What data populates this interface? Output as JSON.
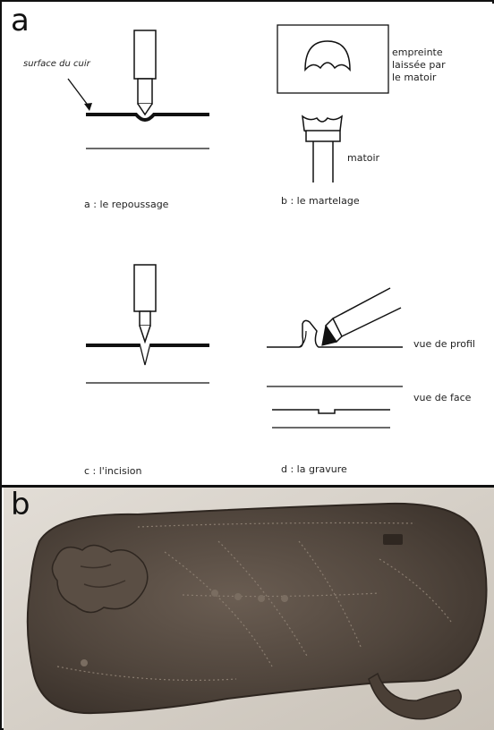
{
  "panel_a": {
    "letter": "a",
    "surface_label": "surface du cuir",
    "caption_a": "a : le repoussage",
    "caption_b": "b : le martelage",
    "caption_c": "c : l'incision",
    "caption_d": "d : la gravure",
    "empreinte_line1": "empreinte",
    "empreinte_line2": "laissée par",
    "empreinte_line3": "le matoir",
    "matoir_label": "matoir",
    "profile_label": "vue de profil",
    "face_label": "vue de face"
  },
  "panel_b": {
    "letter": "b"
  }
}
